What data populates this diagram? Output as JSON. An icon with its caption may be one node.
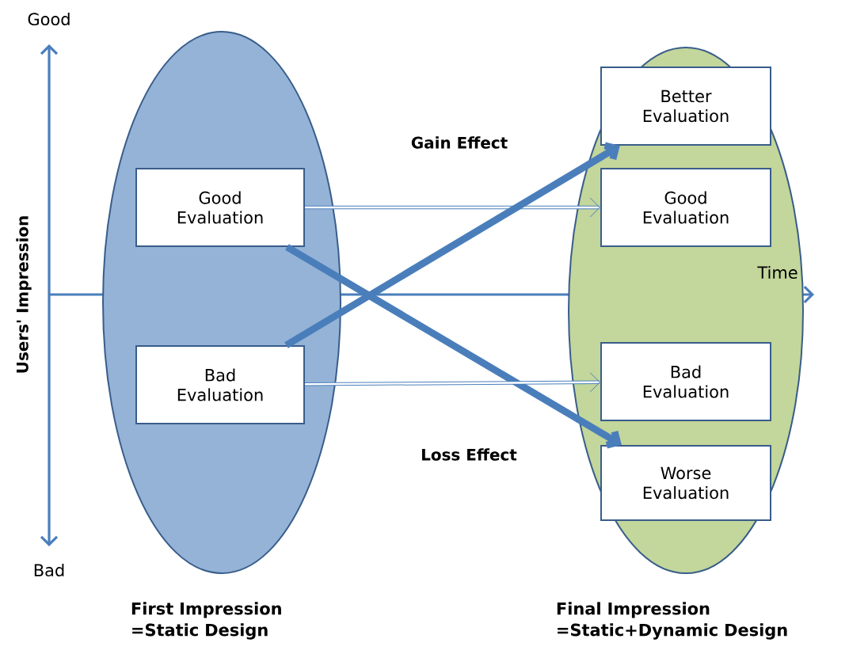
{
  "diagram": {
    "nodes": [
      {
        "text": [
          "First Impression =Static Design"
        ]
      },
      {
        "text": [
          "Good Evaluation"
        ],
        "in": 0
      },
      {
        "text": [
          "Bad Evaluation"
        ],
        "in": 0
      },
      {
        "text": [
          "Final Impression =Static+Dynamic Design"
        ]
      },
      {
        "text": [
          "Better Evaluation"
        ],
        "in": 3
      },
      {
        "text": [
          "Good Evaluation"
        ],
        "in": 3
      },
      {
        "text": [
          "Bad Evaluation"
        ],
        "in": 3
      },
      {
        "text": [
          "Worse Evaluation"
        ],
        "in": 3
      }
    ],
    "edges": [
      {
        "from": 1,
        "to": 5,
        "arrow": "to"
      },
      {
        "from": 1,
        "to": 7,
        "arrow": "to",
        "style": "thick",
        "label": "Loss Effect"
      },
      {
        "from": 2,
        "to": 4,
        "arrow": "to",
        "style": "thick",
        "label": "Gain Effect"
      },
      {
        "from": 2,
        "to": 6,
        "arrow": "to"
      }
    ],
    "labels": [
      "Good",
      "Users' Impression",
      "Time",
      "Bad"
    ]
  }
}
